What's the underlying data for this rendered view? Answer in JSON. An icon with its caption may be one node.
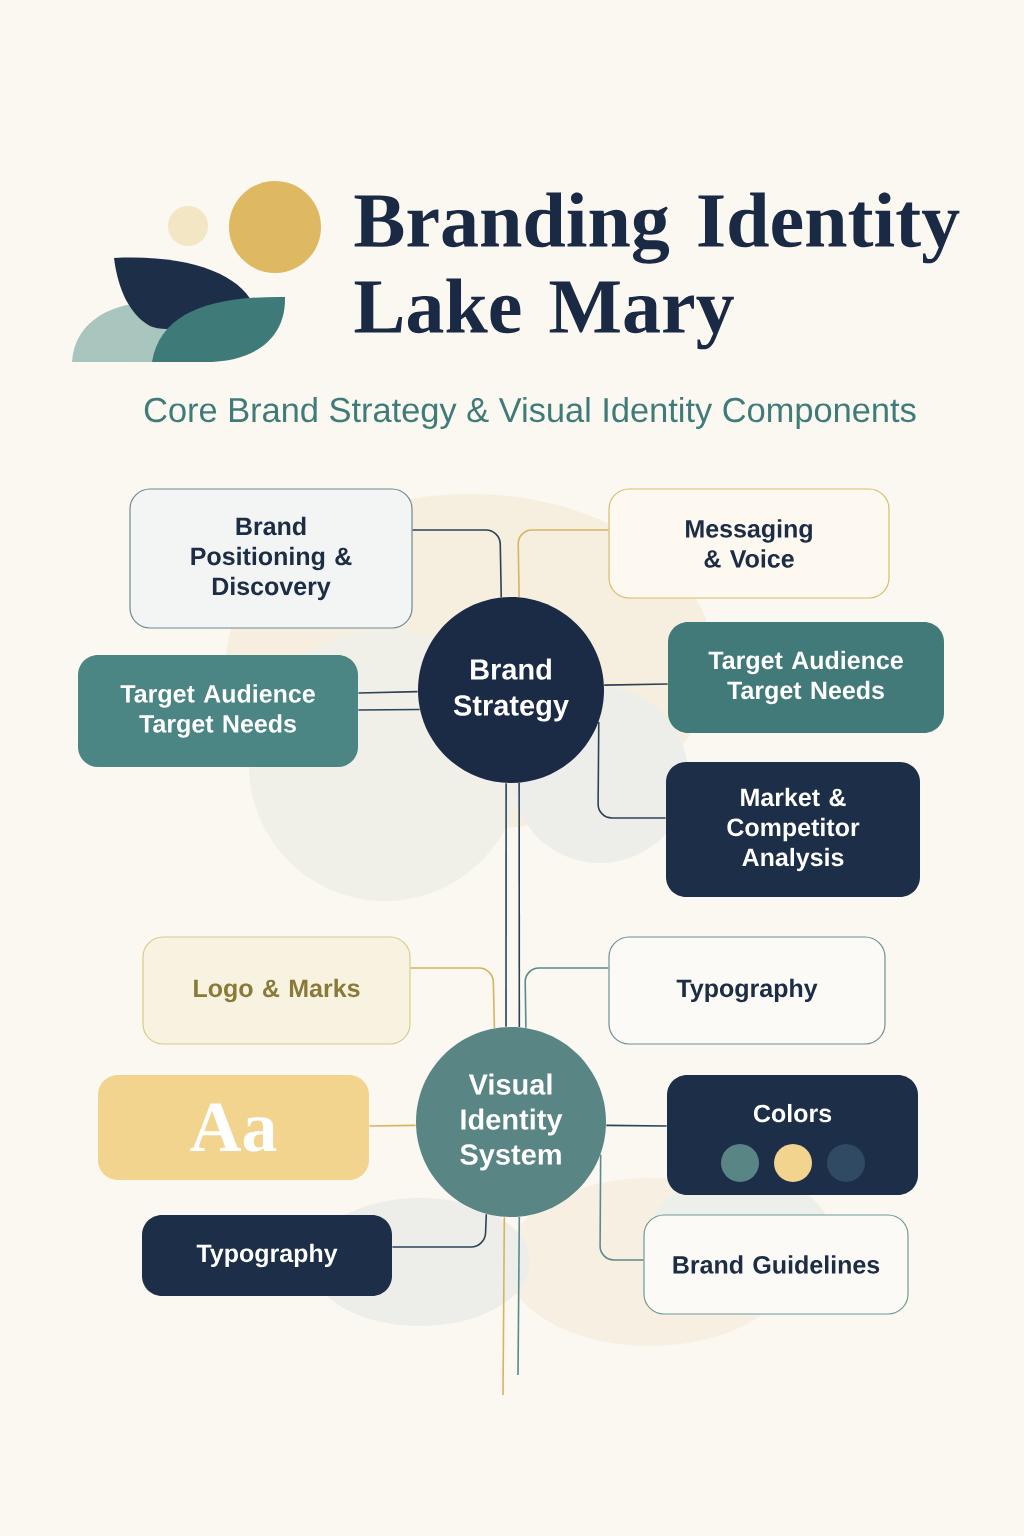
{
  "diagram": {
    "title": "Branding Identity Lake Mary",
    "nodes": [
      {
        "text": [
          "Brand Positioning & Discovery"
        ]
      },
      {
        "text": [
          "Messaging & Voice"
        ]
      },
      {
        "text": [
          "Brand Strategy"
        ]
      },
      {
        "text": [
          "Target Audience Target Needs"
        ]
      },
      {
        "text": [
          "Target Audience Target Needs"
        ]
      },
      {
        "text": [
          "Market & Competitor Analysis"
        ]
      },
      {
        "text": [
          "Logo & Marks"
        ]
      },
      {
        "text": [
          "Typography"
        ]
      },
      {
        "text": [
          "Visual Identity System"
        ]
      },
      {
        "text": [
          "Aa"
        ]
      },
      {
        "text": [
          "Colors"
        ]
      },
      {
        "text": [
          "Typography"
        ]
      },
      {
        "text": [
          "Brand Guidelines"
        ]
      }
    ],
    "edges": [
      {
        "from": 0,
        "to": 2,
        "arrow": "none"
      },
      {
        "from": 1,
        "to": 2,
        "arrow": "none",
        "color": "#d6b55f"
      },
      {
        "from": 3,
        "to": 2,
        "arrow": "none"
      },
      {
        "from": 3,
        "to": 2,
        "arrow": "none"
      },
      {
        "from": 4,
        "to": 2,
        "arrow": "none"
      },
      {
        "from": 5,
        "to": 2,
        "arrow": "none"
      },
      {
        "from": 2,
        "to": 8,
        "arrow": "none"
      },
      {
        "from": 2,
        "to": 8,
        "arrow": "none"
      },
      {
        "from": 6,
        "to": 8,
        "arrow": "none",
        "color": "#d6b55f"
      },
      {
        "from": 7,
        "to": 8,
        "arrow": "none",
        "color": "#5b8a8e"
      },
      {
        "from": 9,
        "to": 8,
        "arrow": "none",
        "color": "#d6b55f"
      },
      {
        "from": 10,
        "to": 8,
        "arrow": "none"
      },
      {
        "from": 11,
        "to": 8,
        "arrow": "none"
      },
      {
        "from": 12,
        "to": 8,
        "arrow": "none",
        "color": "#5b8a8e"
      },
      {
        "from": 8,
        "to": null,
        "arrow": "none",
        "color": "#d6b55f"
      },
      {
        "from": 8,
        "to": null,
        "arrow": "none",
        "color": "#5b8a8e"
      }
    ],
    "labels": [
      "Core Brand Strategy & Visual Identity Components"
    ]
  }
}
